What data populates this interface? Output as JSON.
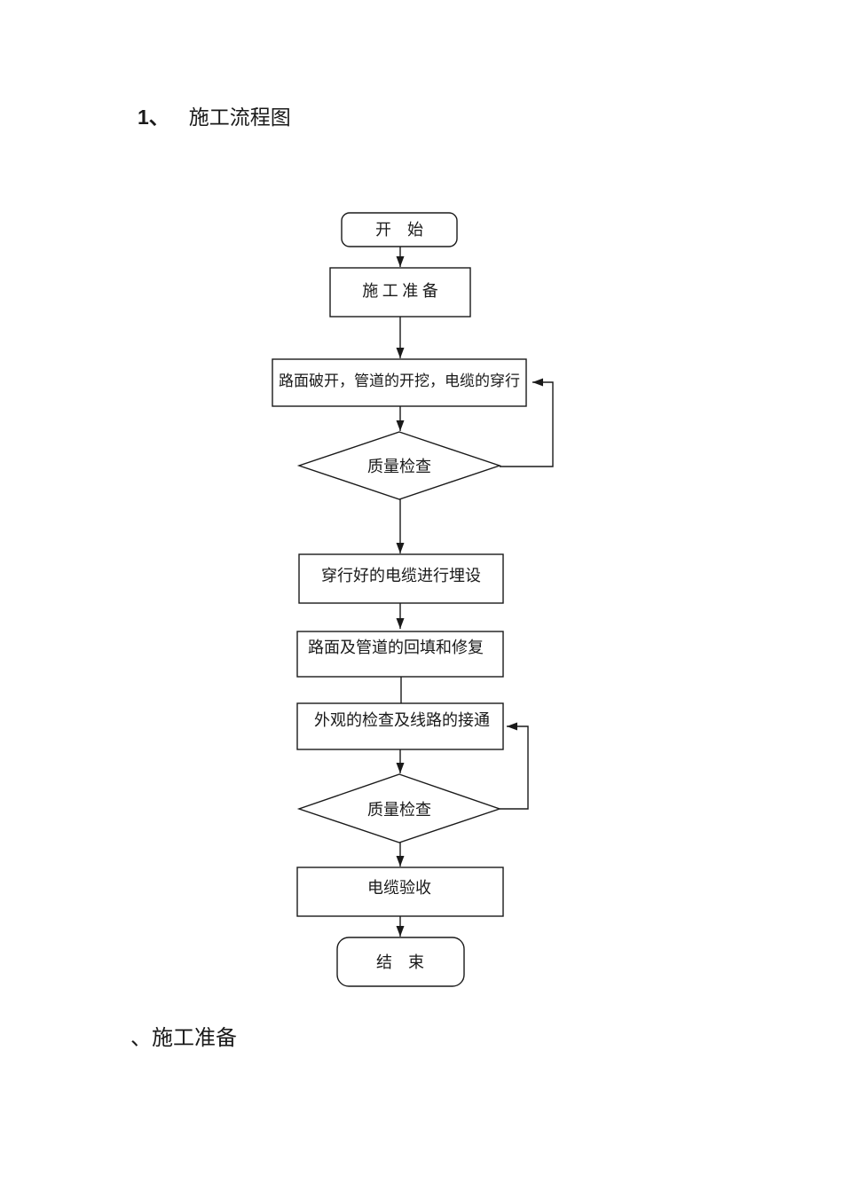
{
  "document": {
    "heading": {
      "number": "1、",
      "title": "施工流程图"
    },
    "footer_heading": {
      "marker": "、",
      "title": "施工准备"
    }
  },
  "flowchart": {
    "stroke_color": "#1a1a1a",
    "background_color": "#ffffff",
    "nodes": [
      {
        "id": "start",
        "type": "terminator",
        "label": "开　始"
      },
      {
        "id": "construction-prep",
        "type": "process",
        "label": "施 工 准 备"
      },
      {
        "id": "road-break",
        "type": "process",
        "label": "路面破开，管道的开挖，电缆的穿行"
      },
      {
        "id": "quality-check-1",
        "type": "decision",
        "label": "质量检查"
      },
      {
        "id": "cable-burial",
        "type": "process",
        "label": "穿行好的电缆进行埋设"
      },
      {
        "id": "backfill-repair",
        "type": "process",
        "label": "路面及管道的回填和修复"
      },
      {
        "id": "appearance-check",
        "type": "process",
        "label": "外观的检查及线路的接通"
      },
      {
        "id": "quality-check-2",
        "type": "decision",
        "label": "质量检查"
      },
      {
        "id": "cable-acceptance",
        "type": "process",
        "label": "电缆验收"
      },
      {
        "id": "end",
        "type": "terminator",
        "label": "结　束"
      }
    ]
  }
}
